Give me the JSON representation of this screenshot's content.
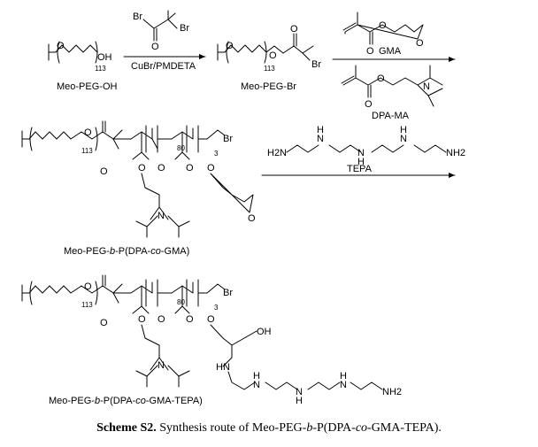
{
  "molecules": {
    "meo_peg_oh": "Meo-PEG-OH",
    "meo_peg_br": "Meo-PEG-Br",
    "gma": "GMA",
    "dpa_ma": "DPA-MA",
    "tepa": "TEPA",
    "copolymer_prefix": "Meo-PEG-",
    "copolymer_b": "b",
    "copolymer_mid": "-P(DPA-",
    "copolymer_co": "co",
    "copolymer_suffix_gma": "-GMA)",
    "copolymer_suffix_tepa": "-GMA-TEPA)"
  },
  "reagents": {
    "step1_conditions": "CuBr/PMDETA"
  },
  "atoms": {
    "br": "Br",
    "o": "O",
    "oh": "OH",
    "h": "H",
    "n": "N",
    "hn": "HN",
    "h2n": "H2N",
    "nh2": "NH2"
  },
  "subscripts": {
    "peg_units": "113",
    "dpa_units": "80",
    "gma_units": "3"
  },
  "caption": {
    "label": "Scheme S2.",
    "text_prefix": " Synthesis route of Meo-PEG-",
    "b": "b",
    "text_mid": "-P(DPA-",
    "co": "co",
    "text_suffix": "-GMA-TEPA)."
  }
}
